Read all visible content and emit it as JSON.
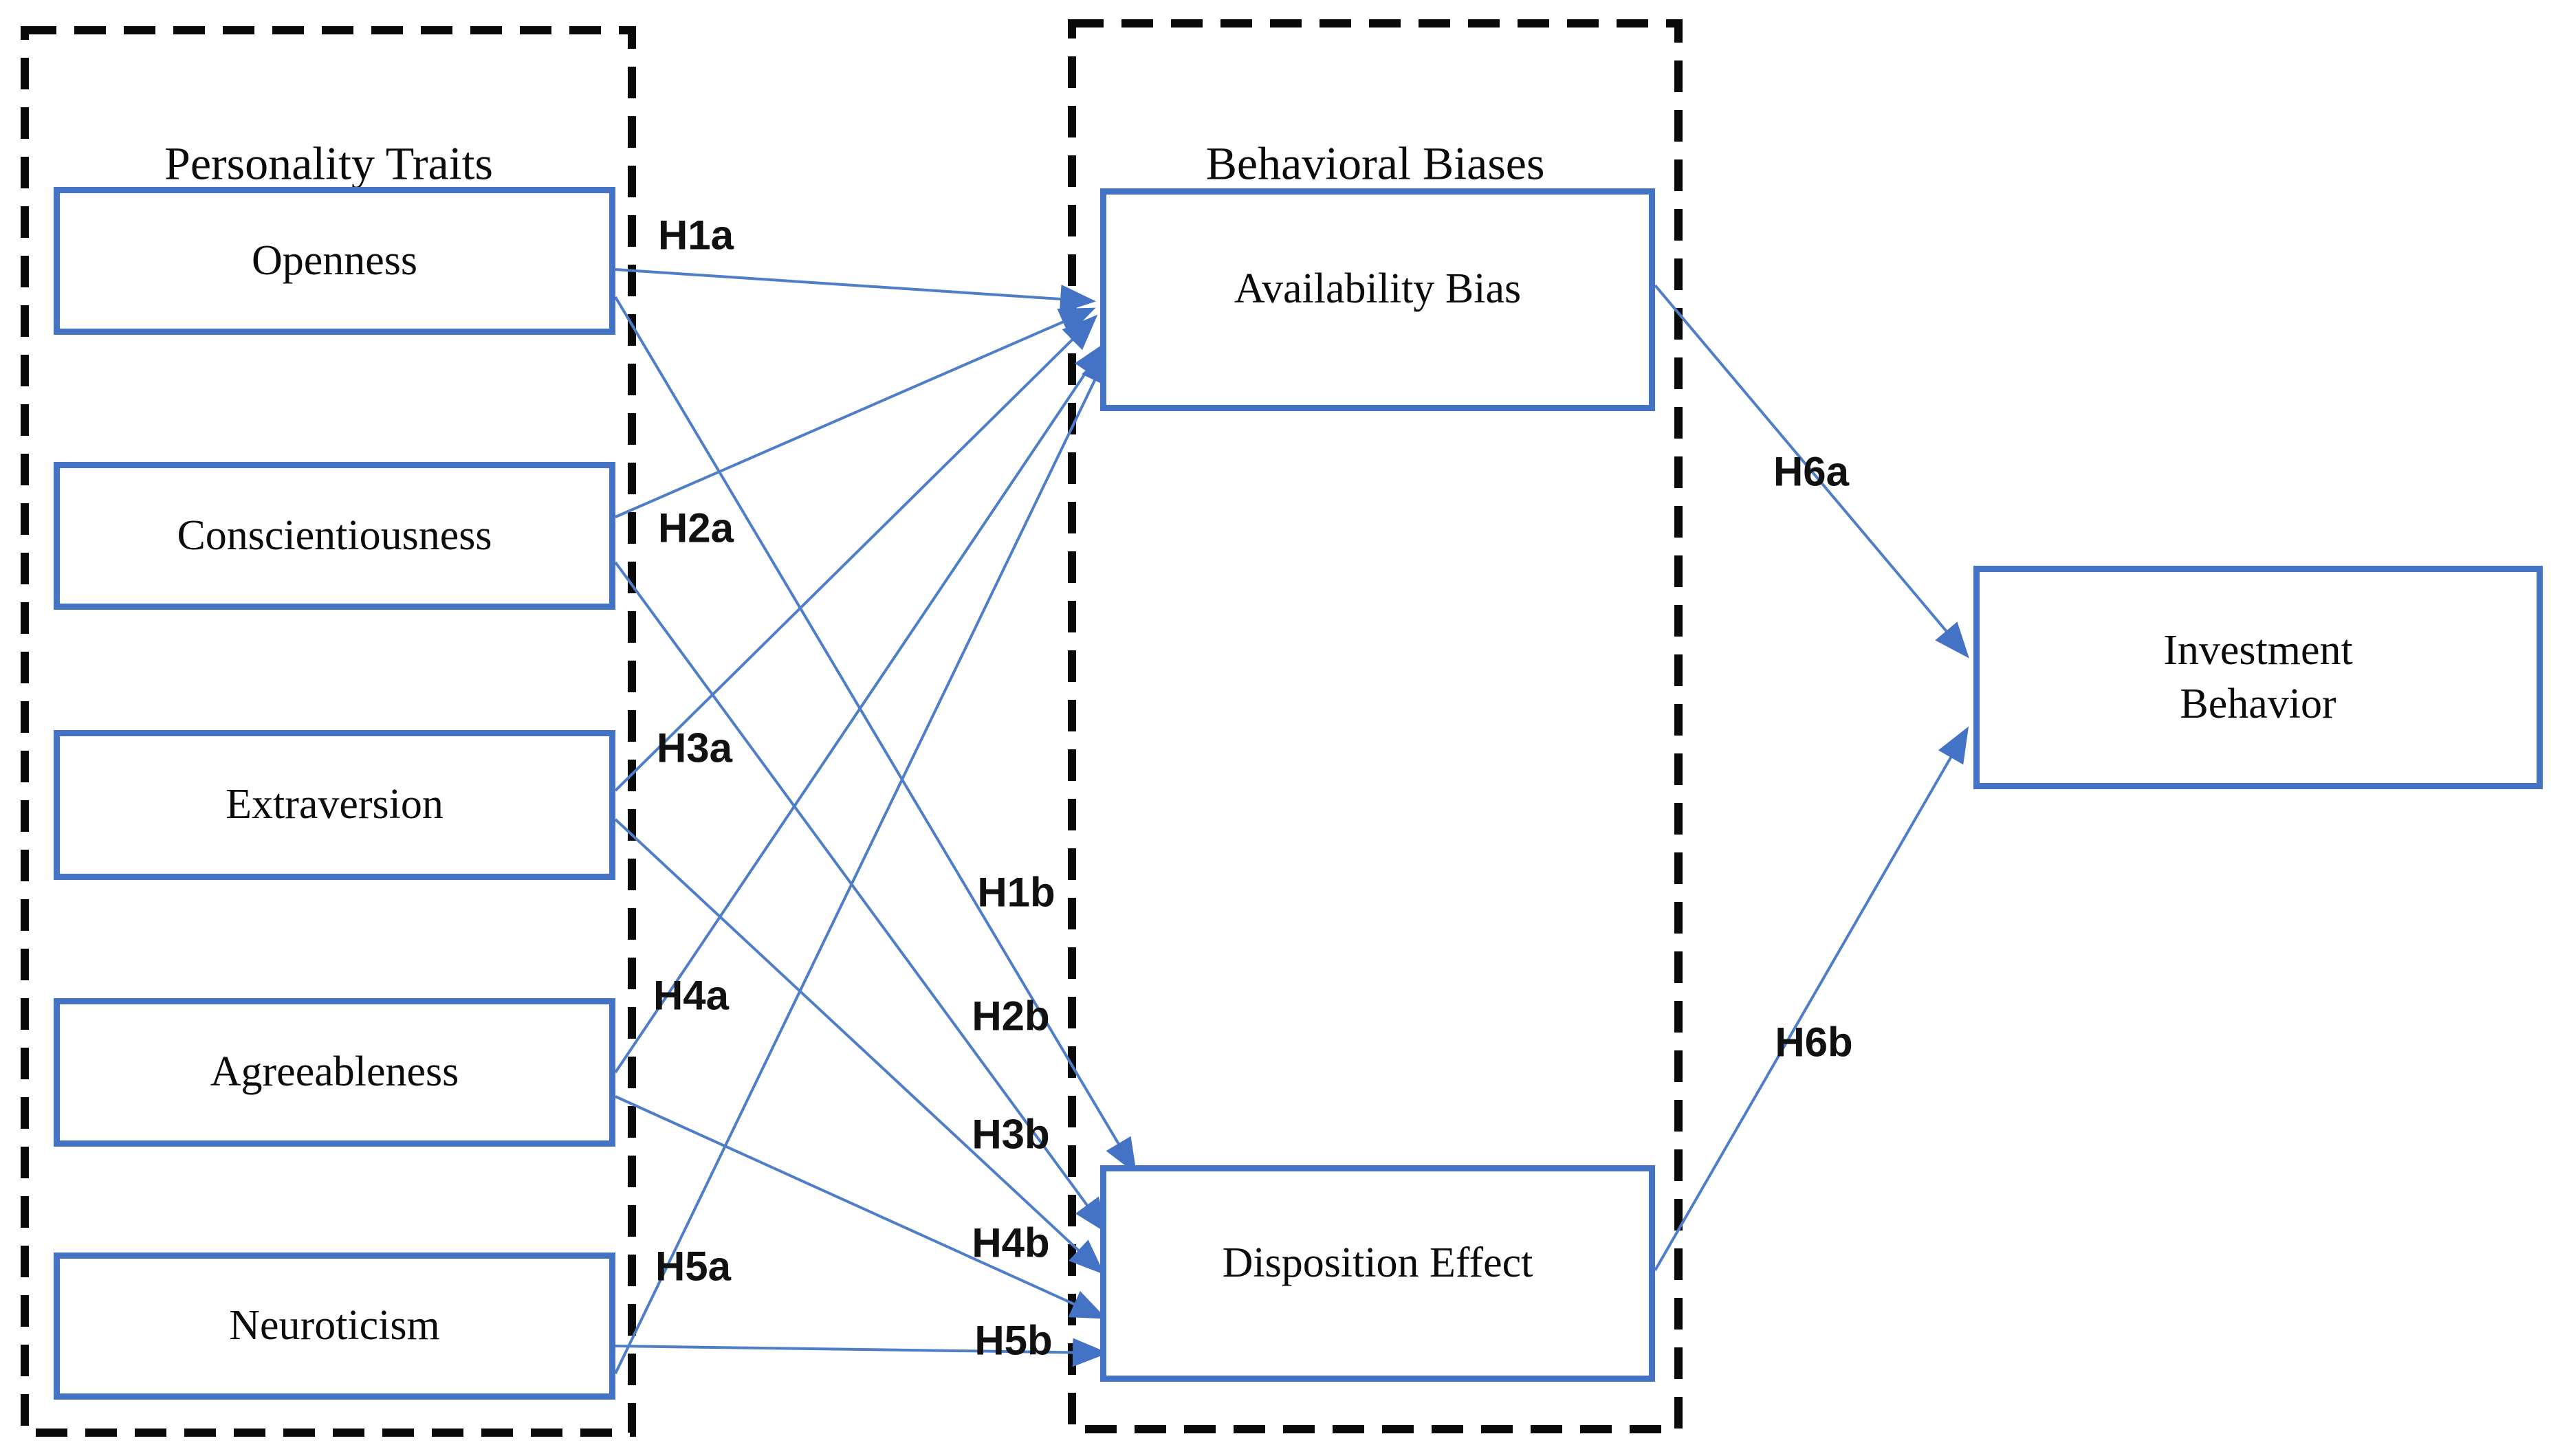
{
  "diagram": {
    "frames": {
      "personality": {
        "title": "Personality Traits"
      },
      "behavioral": {
        "title": "Behavioral Biases"
      }
    },
    "nodes": {
      "openness": {
        "label": "Openness"
      },
      "conscientiousness": {
        "label": "Conscientiousness"
      },
      "extraversion": {
        "label": "Extraversion"
      },
      "agreeableness": {
        "label": "Agreeableness"
      },
      "neuroticism": {
        "label": "Neuroticism"
      },
      "availability_bias": {
        "label": "Availability Bias"
      },
      "disposition_effect": {
        "label": "Disposition Effect"
      },
      "investment_behavior": {
        "label": "Investment\nBehavior"
      }
    },
    "hypotheses": {
      "h1a": {
        "label": "H1a",
        "from": "Openness",
        "to": "Availability Bias"
      },
      "h2a": {
        "label": "H2a",
        "from": "Conscientiousness",
        "to": "Availability Bias"
      },
      "h3a": {
        "label": "H3a",
        "from": "Extraversion",
        "to": "Availability Bias"
      },
      "h4a": {
        "label": "H4a",
        "from": "Agreeableness",
        "to": "Availability Bias"
      },
      "h5a": {
        "label": "H5a",
        "from": "Neuroticism",
        "to": "Availability Bias"
      },
      "h1b": {
        "label": "H1b",
        "from": "Openness",
        "to": "Disposition Effect"
      },
      "h2b": {
        "label": "H2b",
        "from": "Conscientiousness",
        "to": "Disposition Effect"
      },
      "h3b": {
        "label": "H3b",
        "from": "Extraversion",
        "to": "Disposition Effect"
      },
      "h4b": {
        "label": "H4b",
        "from": "Agreeableness",
        "to": "Disposition Effect"
      },
      "h5b": {
        "label": "H5b",
        "from": "Neuroticism",
        "to": "Disposition Effect"
      },
      "h6a": {
        "label": "H6a",
        "from": "Availability Bias",
        "to": "Investment Behavior"
      },
      "h6b": {
        "label": "H6b",
        "from": "Disposition Effect",
        "to": "Investment Behavior"
      }
    },
    "colors": {
      "node_border": "#4472C4",
      "connector": "#4f7ec8",
      "frame_border": "#0a0a0a",
      "text": "#0b0b0b"
    }
  }
}
